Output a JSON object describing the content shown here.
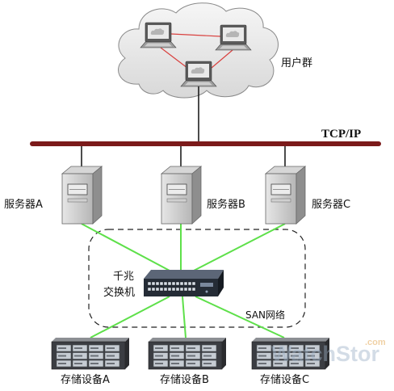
{
  "user_group": {
    "label": "用户群"
  },
  "lan": {
    "label": "TCP/IP"
  },
  "servers": [
    {
      "label": "服务器A"
    },
    {
      "label": "服务器B"
    },
    {
      "label": "服务器C"
    }
  ],
  "switch": {
    "label_line1": "千兆",
    "label_line2": "交换机"
  },
  "san": {
    "label": "SAN网络"
  },
  "storage": [
    {
      "label": "存储设备A"
    },
    {
      "label": "存储设备B"
    },
    {
      "label": "存储设备C"
    }
  ],
  "icons": {
    "user_network": "cloud-icon",
    "user": "laptop-icon",
    "server": "server-tower-icon",
    "switch": "network-switch-icon",
    "storage": "disk-array-icon"
  },
  "colors": {
    "lan_bus": "#7b1a1a",
    "user_links": "#d9413f",
    "uplink": "#111111",
    "san_links": "#5ee04a",
    "san_boundary": "#222222"
  },
  "watermark": {
    "text": "WatchStor",
    "suffix": ".com"
  }
}
